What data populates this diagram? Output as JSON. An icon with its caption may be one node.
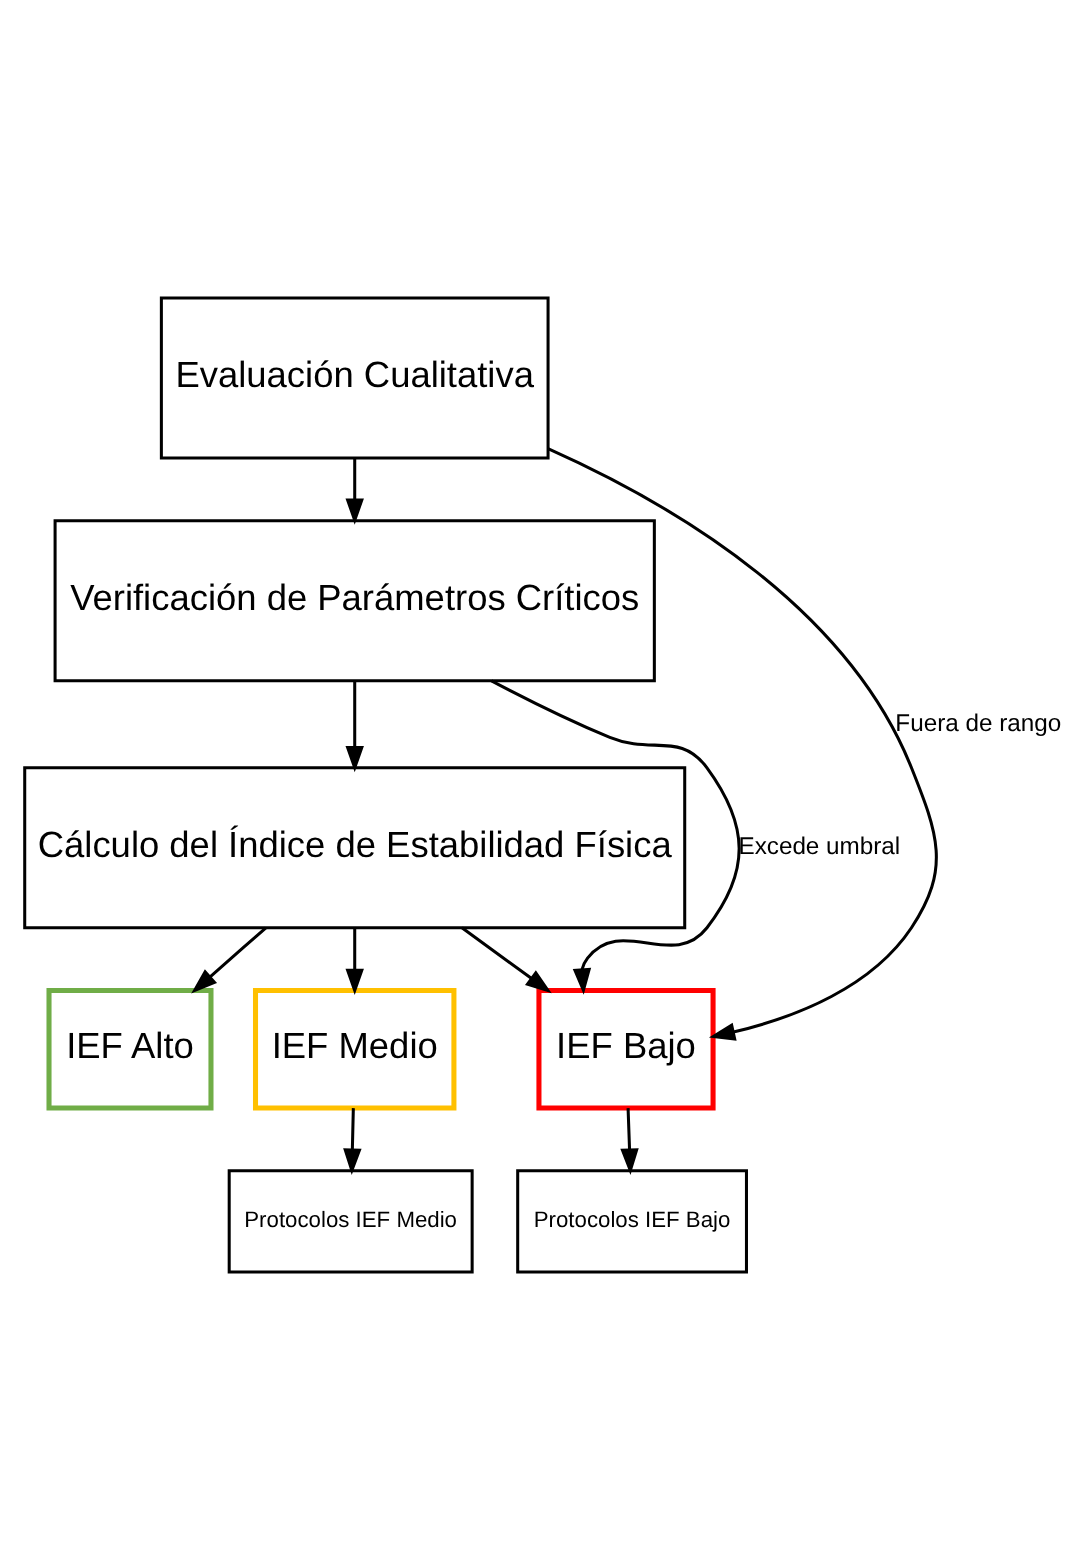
{
  "diagram": {
    "nodes": [
      {
        "text": [
          "Evaluación Cualitativa"
        ]
      },
      {
        "text": [
          "Verificación de Parámetros Críticos"
        ]
      },
      {
        "text": [
          "Cálculo del Índice de Estabilidad Física"
        ]
      },
      {
        "text": [
          "IEF Alto"
        ]
      },
      {
        "text": [
          "IEF Medio"
        ]
      },
      {
        "text": [
          "IEF Bajo"
        ]
      },
      {
        "text": [
          "Protocolos IEF Medio"
        ]
      },
      {
        "text": [
          "Protocolos IEF Bajo"
        ]
      }
    ],
    "edges": [
      {
        "from": 0,
        "to": 1,
        "arrow": "to"
      },
      {
        "from": 1,
        "to": 2,
        "arrow": "to"
      },
      {
        "from": 2,
        "to": 3,
        "arrow": "to"
      },
      {
        "from": 2,
        "to": 4,
        "arrow": "to"
      },
      {
        "from": 2,
        "to": 5,
        "arrow": "to"
      },
      {
        "from": 4,
        "to": 6,
        "arrow": "to"
      },
      {
        "from": 5,
        "to": 7,
        "arrow": "to"
      },
      {
        "from": 0,
        "to": 5,
        "arrow": "to",
        "label": "Fuera de rango"
      },
      {
        "from": 1,
        "to": 5,
        "arrow": "to",
        "label": "Excede umbral"
      }
    ]
  }
}
